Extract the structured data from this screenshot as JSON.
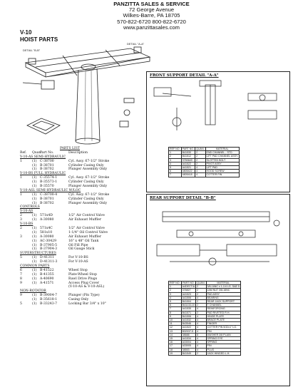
{
  "header": {
    "company": "PANZITTA SALES & SERVICE",
    "street": "72 George Avenue",
    "city": "Wilkes-Barre, PA 18705",
    "phones": "570-822-6720   800-822-6720",
    "website": "www.panzittasales.com"
  },
  "page": {
    "model": "V-10",
    "section": "HOIST PARTS"
  },
  "drawing": {
    "detail_a_label": "DETAIL \"A-A\"",
    "detail_b_label": "DETAIL \"B-B\""
  },
  "parts_list": {
    "title": "PARTS LIST",
    "headers": [
      "Ref.",
      "Quan.",
      "Part No.",
      "Description"
    ],
    "sections": [
      {
        "name": "V-10-AS SEMI-HYDRAULIC",
        "rows": [
          [
            "1",
            "(1)",
            "C-38700",
            "Cyl. Assy. 67-1/2\" Stroke"
          ],
          [
            "",
            "(1)",
            "B-38701",
            "Cylinder Casing Only"
          ],
          [
            "",
            "(1)",
            "B-38702",
            "Plunger Assembly Only"
          ]
        ]
      },
      {
        "name": "V-10-BS FULL HYDRAULIC",
        "rows": [
          [
            "1",
            "(1)",
            "C-35574-1",
            "Cyl. Assy. 67-1/2\" Stroke"
          ],
          [
            "",
            "(1)",
            "B-35573-1",
            "Cylinder Casing Only"
          ],
          [
            "",
            "(1)",
            "B-35570",
            "Plunger Assembly Only"
          ]
        ]
      },
      {
        "name": "V-10-ASL SEMI-HYDRAULIC W/LOC",
        "rows": [
          [
            "1",
            "(1)",
            "C-38700-4",
            "Cyl. Assy. 67-1/2\" Stroke"
          ],
          [
            "",
            "(1)",
            "B-38701",
            "Cylinder Casing Only"
          ],
          [
            "",
            "(1)",
            "B-38702",
            "Plunger Assembly Only"
          ]
        ]
      },
      {
        "name": "CONTROLS",
        "rows": []
      },
      {
        "name": "V-10-AS",
        "rows": [
          [
            "2",
            "(1)",
            "571x4D",
            "1/2\" Air Control Valve"
          ],
          [
            "3",
            "(1)",
            "A-30080",
            "Air Exhaust Muffler"
          ]
        ]
      },
      {
        "name": "V-10-BS",
        "rows": [
          [
            "2",
            "(1)",
            "571x4C",
            "1/2\" Air Control Valve"
          ],
          [
            "",
            "(1)",
            "581x10",
            "1-1/4\" Oil Control Valve"
          ],
          [
            "3",
            "(1)",
            "A-30080",
            "Air Exhaust Muffler"
          ],
          [
            "",
            "(1)",
            "AC-30429",
            "16\" x 48\" Oil Tank"
          ],
          [
            "",
            "(1)",
            "B-37905-5",
            "Oil Fill Pipe"
          ],
          [
            "",
            "(1)",
            "B-37904-3",
            "Oil Gauge Stick"
          ]
        ]
      },
      {
        "name": "SUPERSTRUCTURES",
        "rows": [
          [
            "5",
            "(1)",
            "D-41311",
            "For V-10-BS"
          ],
          [
            "",
            "(1)",
            "D-41311-3",
            "For V-10-AS"
          ]
        ]
      },
      {
        "name": "COMMON PARTS",
        "rows": [
          [
            "6",
            "(1)",
            "B-41522",
            "Wheel Stop"
          ],
          [
            "7",
            "(1)",
            "B-41355",
            "Plate-Wheel Stop"
          ],
          [
            "8",
            "(1)",
            "A-40690",
            "Rawl Drive Plugs"
          ],
          [
            "9",
            "(1)",
            "A-41571",
            "Access Plug Cover"
          ],
          [
            "",
            "",
            "",
            "(V-10-AS & V-10-ASL)"
          ]
        ]
      },
      {
        "name": "NON-ROTATOR",
        "rows": [
          [
            "9",
            "(1)",
            "B-39004-7",
            "Plunger (Pin Type)"
          ],
          [
            "",
            "(1)",
            "B-35618-1",
            "Casing Only"
          ],
          [
            "5",
            "(1)",
            "B-33243-7",
            "Locking Bar 3/4\" x 10\""
          ]
        ]
      }
    ]
  },
  "front_support": {
    "title": "FRONT SUPPORT DETAIL \"A-A\"",
    "headers": [
      "REF NO.",
      "PART NO.",
      "QUAN.",
      "MATERIAL"
    ],
    "rows": [
      [
        "1",
        "B41530",
        "2",
        "END CHANNEL - STD"
      ],
      [
        "2",
        "B41512",
        "2",
        "LIFT PAD CHANNEL ASSY."
      ],
      [
        "3",
        "3750649",
        "2",
        "SLOTTED BOLT"
      ],
      [
        "4",
        "A41522",
        "2",
        "PIVOT ASSY"
      ],
      [
        "5",
        "A41521",
        "4",
        "LIFT PAD"
      ],
      [
        "6",
        "4805422",
        "4",
        "HOOD SCREW"
      ],
      [
        "7",
        "4805418",
        "4",
        "COTTER PIN"
      ]
    ]
  },
  "rear_support": {
    "title": "REAR SUPPORT DETAIL \"B-B\"",
    "headers": [
      "REF NO.",
      "PART NO.",
      "QUAN.",
      "MATERIAL"
    ],
    "rows": [
      [
        "1",
        "A4DECT/A",
        "2",
        "3/8-16NC x 1-1/4 LG. SAE 5"
      ],
      [
        "2",
        "376827",
        "2",
        "JAM NUT 3/8-16NC"
      ],
      [
        "3",
        "A41523",
        "2",
        "PAD ASSY"
      ],
      [
        "4",
        "A41506",
        "4",
        "BEARING"
      ],
      [
        "5",
        "B41504",
        "2",
        "REAR JACK SUPPORT"
      ],
      [
        "6",
        "B41133-10",
        "2",
        "T CHANNEL"
      ],
      [
        "7",
        "A41535",
        "4",
        "REINFORCING"
      ],
      [
        "8",
        "B41571",
        "2",
        "PAD RIVETED R.H."
      ],
      [
        "9",
        "B41506",
        "4",
        "HINGE PLATE"
      ],
      [
        "10",
        "A41532",
        "4",
        "BRACE PLATE"
      ],
      [
        "11",
        "B43546",
        "4",
        "FINGER"
      ],
      [
        "12",
        "A41522",
        "4",
        "COTTER PIN 5/32x1\" LG."
      ],
      [
        "13",
        "B32037-5",
        "4",
        "PIN"
      ],
      [
        "14",
        "38688",
        "8",
        "WASHER 3/8 PLAIN"
      ],
      [
        "15",
        "A41534",
        "4",
        "SPRING EYE"
      ],
      [
        "16",
        "A33004",
        "4",
        "SPRING"
      ],
      [
        "17",
        "A33005",
        "4",
        "PIN"
      ],
      [
        "18",
        "38553",
        "4",
        "PLUG"
      ],
      [
        "19",
        "B41549",
        "2",
        "JACK HINGED L.H."
      ]
    ]
  }
}
